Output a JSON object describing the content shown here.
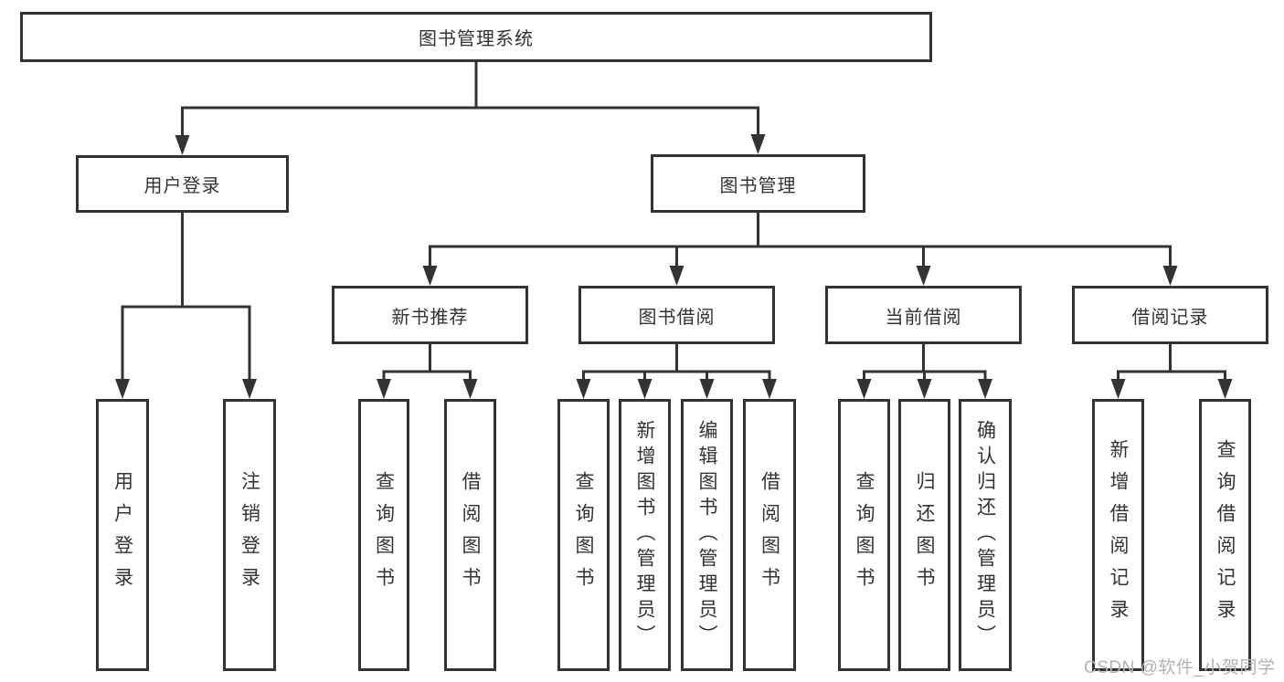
{
  "diagram_title": "图书管理系统",
  "nodes": {
    "root": "图书管理系统",
    "user_login": "用户登录",
    "book_mgmt": "图书管理",
    "new_book_rec": "新书推荐",
    "book_borrow": "图书借阅",
    "current_borrow": "当前借阅",
    "borrow_records": "借阅记录",
    "leaf_user_login": "用户登录",
    "leaf_logout": "注销登录",
    "leaf_query_book_rec": "查询图书",
    "leaf_borrow_book_rec": "借阅图书",
    "leaf_query_book_borrow": "查询图书",
    "leaf_add_book_admin": "新增图书（管理员）",
    "leaf_edit_book_admin": "编辑图书（管理员）",
    "leaf_borrow_book_borrow": "借阅图书",
    "leaf_query_book_current": "查询图书",
    "leaf_return_book": "归还图书",
    "leaf_confirm_return_admin": "确认归还（管理员）",
    "leaf_add_borrow_record": "新增借阅记录",
    "leaf_query_borrow_record": "查询借阅记录"
  },
  "hierarchy": {
    "图书管理系统": {
      "用户登录": [
        "用户登录",
        "注销登录"
      ],
      "图书管理": {
        "新书推荐": [
          "查询图书",
          "借阅图书"
        ],
        "图书借阅": [
          "查询图书",
          "新增图书（管理员）",
          "编辑图书（管理员）",
          "借阅图书"
        ],
        "当前借阅": [
          "查询图书",
          "归还图书",
          "确认归还（管理员）"
        ],
        "借阅记录": [
          "新增借阅记录",
          "查询借阅记录"
        ]
      }
    }
  },
  "watermark": "CSDN @软件_小贺同学",
  "colors": {
    "line": "#333333",
    "box_border": "#333333",
    "box_fill": "#ffffff",
    "text": "#333333",
    "watermark": "#b3b3b3",
    "background": "#ffffff"
  }
}
